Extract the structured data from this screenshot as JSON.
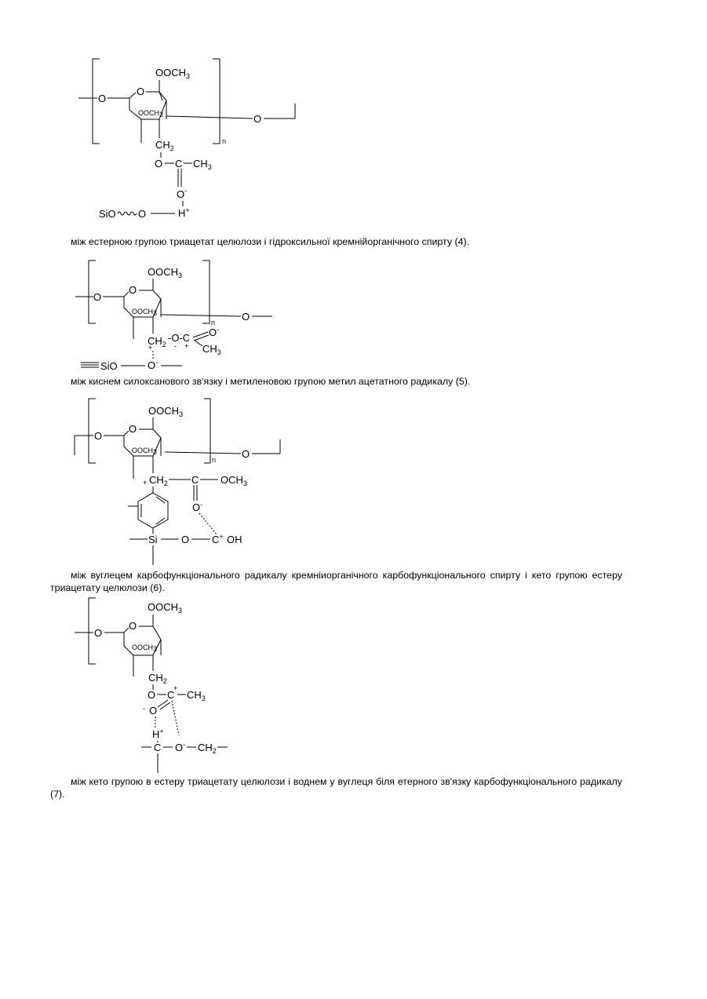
{
  "scheme4": {
    "ooch3_top": "OOCH",
    "ooch3_top_sub": "3",
    "ring_o": "O",
    "left_o": "O",
    "inner_ooch": "OOCH",
    "inner_ooch_sub": "3",
    "right_o": "O",
    "n": "n",
    "ch2": "CH",
    "ch2_sub": "2",
    "ester_o": "O",
    "ester_c": "C",
    "ester_ch3": "CH",
    "ester_ch3_sub": "3",
    "carbonyl_o": "O",
    "carbonyl_charge": "-",
    "sio": "SiO",
    "silanol_o": "O",
    "h": "H",
    "h_charge": "+"
  },
  "caption4": "між естерною групою триацетат целюлози і гідроксильної кремнійорганічного спирту (4).",
  "scheme5": {
    "ooch3_top": "OOCH",
    "ooch3_top_sub": "3",
    "ring_o": "O",
    "left_o": "O",
    "inner_ooch": "OOCH",
    "inner_ooch_sub": "3",
    "right_o": "O",
    "n": "n",
    "ch2": "CH",
    "ch2_sub": "2",
    "chain": "-O-C",
    "chain_o": "O",
    "chain_o_charge": "-",
    "chain_ch3": "CH",
    "chain_ch3_sub": "3",
    "plus1": "+",
    "minus": "-",
    "plus2": "+",
    "sio": "SiO",
    "siloxane_o": "O",
    "siloxane_o_charge": "-"
  },
  "caption5": "між киснем силоксанового зв'язку і метиленовою групою метил ацетатного радикалу (5).",
  "scheme6": {
    "ooch3_top": "OOCH",
    "ooch3_top_sub": "3",
    "ring_o": "O",
    "left_o": "O",
    "inner_ooch": "OOCH",
    "inner_ooch_sub": "3",
    "right_o": "O",
    "n": "n",
    "plus": "+",
    "ch2": "CH",
    "ch2_sub": "2",
    "c": "C",
    "och3": "OCH",
    "och3_sub": "3",
    "carbonyl_o": "O",
    "carbonyl_charge": "-",
    "si": "Si",
    "si_o": "O",
    "cplus": "C",
    "cplus_charge": "+",
    "oh": "OH"
  },
  "caption6": "між вуглецем карбофункціонального радикалу кремніиорганічного карбофункціонального спирту і кето групою естеру триацетату целюлози (6).",
  "scheme7": {
    "ooch3_top": "OOCH",
    "ooch3_top_sub": "3",
    "ring_o": "O",
    "left_o": "O",
    "inner_ooch": "OOCH",
    "inner_ooch_sub": "3",
    "ch2": "CH",
    "ch2_sub": "2",
    "ester_o": "O",
    "ester_c": "C",
    "c_charge": "+",
    "ch3": "CH",
    "ch3_sub": "3",
    "o_minus_sign": "-",
    "o": "O",
    "h": "H",
    "h_charge": "+",
    "c": "C",
    "ether_o": "O",
    "ether_o_charge": "-",
    "ch2b": "CH",
    "ch2b_sub": "2"
  },
  "caption7": "між кето групою в естеру триацетату целюлози і воднем у вуглеця біля етерного зв'язку карбофункціонального радикалу (7)."
}
